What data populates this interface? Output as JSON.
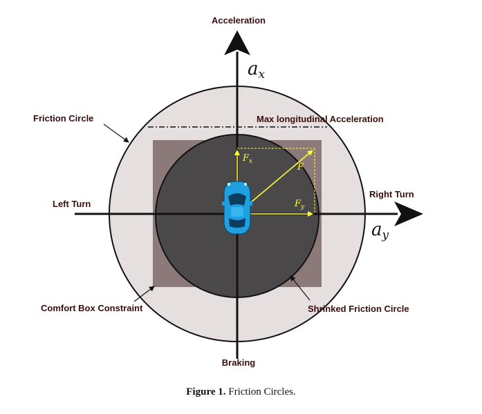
{
  "labels": {
    "acceleration": "Acceleration",
    "braking": "Braking",
    "left_turn": "Left Turn",
    "right_turn": "Right Turn",
    "friction_circle": "Friction Circle",
    "max_longitudinal": "Max longitudinal Acceleration",
    "comfort_box": "Comfort Box Constraint",
    "shrinked_circle": "Shrinked Friction Circle"
  },
  "axes": {
    "vertical_var": "a",
    "vertical_sub": "x",
    "horizontal_var": "a",
    "horizontal_sub": "y"
  },
  "vectors": {
    "fx": "F",
    "fx_sub": "x",
    "fy": "F",
    "fy_sub": "y",
    "f": "F"
  },
  "caption": {
    "number": "Figure 1.",
    "text": "Friction Circles."
  },
  "colors": {
    "outer_circle": "#e6dfdf",
    "comfort_box": "#8c7a7a",
    "inner_circle": "#4a4848",
    "vector": "#ffff33",
    "car": "#1f9fe0",
    "label_text": "#3a0d0d"
  },
  "icons": {
    "vehicle": "car-top-view-icon"
  }
}
